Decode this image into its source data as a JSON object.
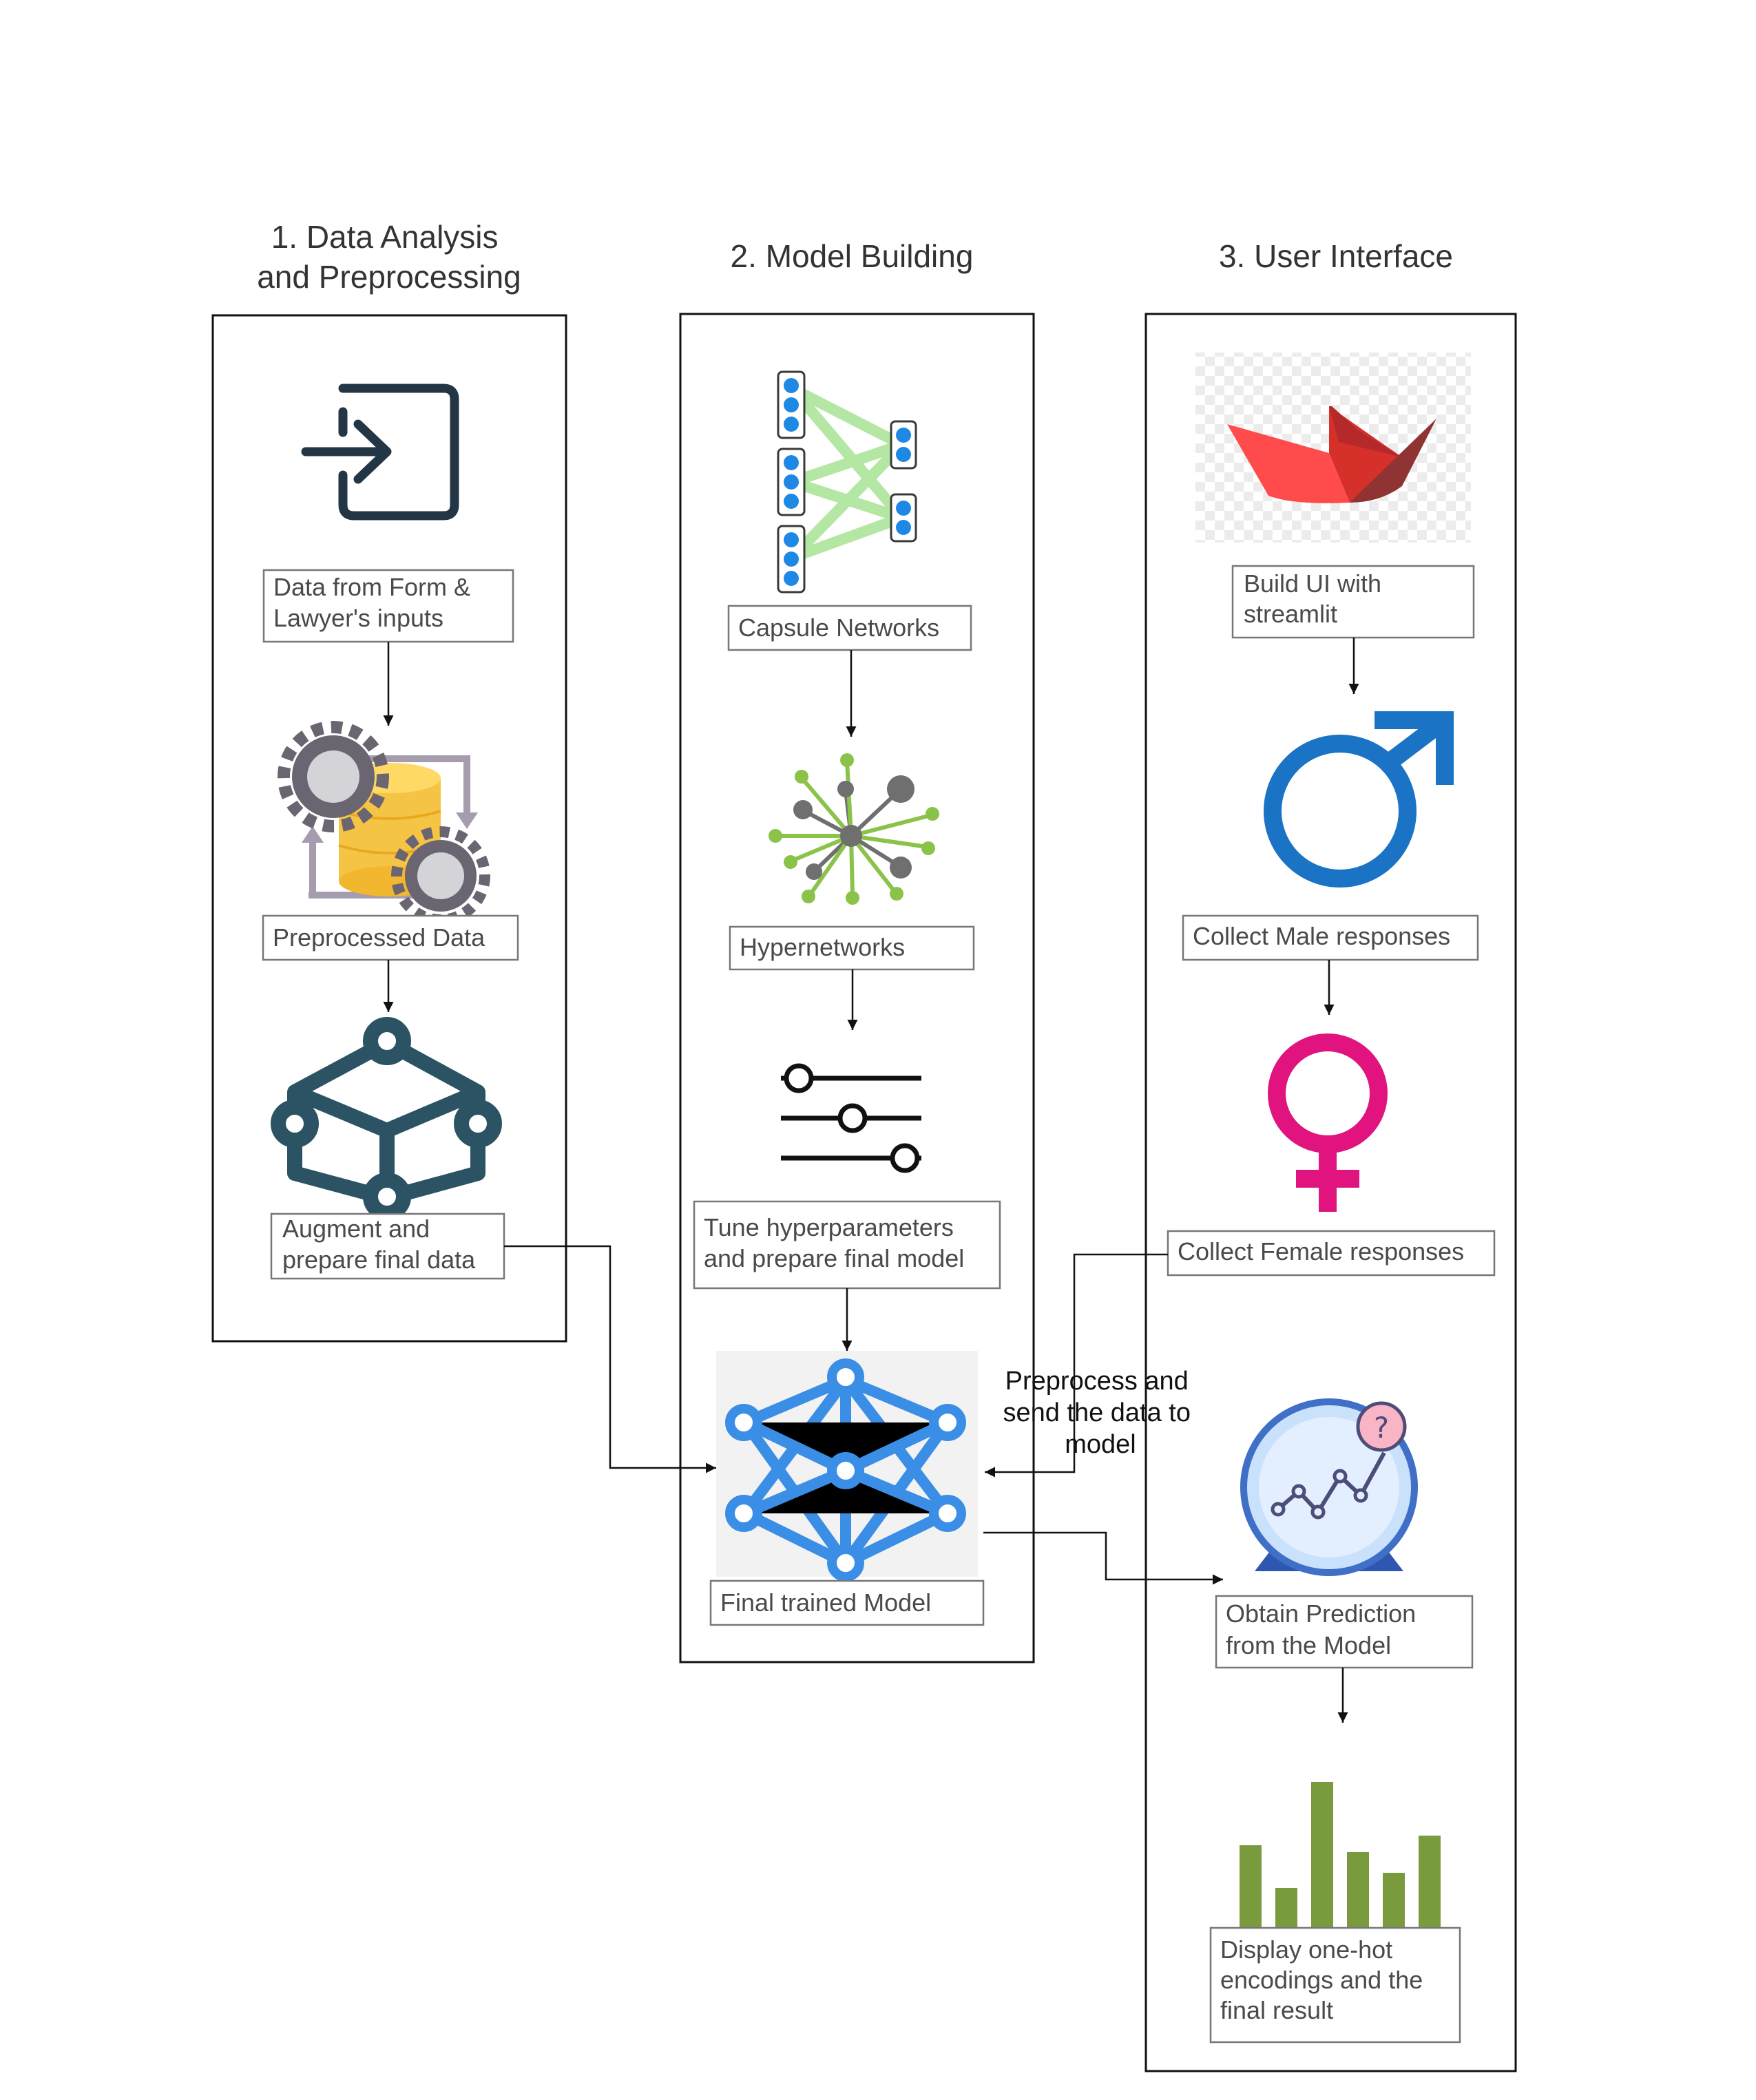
{
  "columns": [
    {
      "title_lines": [
        "1. Data Analysis",
        "and Preprocessing"
      ]
    },
    {
      "title_lines": [
        "2. Model Building"
      ]
    },
    {
      "title_lines": [
        "3. User Interface"
      ]
    }
  ],
  "nodes": {
    "data_input": {
      "lines": [
        "Data from Form &",
        "Lawyer's inputs"
      ],
      "icon": "login-icon"
    },
    "preprocessed": {
      "lines": [
        "Preprocessed Data"
      ],
      "icon": "database-gears-icon"
    },
    "augment": {
      "lines": [
        "Augment and",
        "prepare final data"
      ],
      "icon": "cube-network-icon"
    },
    "capsule": {
      "lines": [
        "Capsule Networks"
      ],
      "icon": "capsule-network-icon"
    },
    "hyper": {
      "lines": [
        "Hypernetworks"
      ],
      "icon": "hypernetwork-icon"
    },
    "tune": {
      "lines": [
        "Tune hyperparameters",
        "and prepare final model"
      ],
      "icon": "sliders-icon"
    },
    "final_model": {
      "lines": [
        "Final trained Model"
      ],
      "icon": "neural-network-icon"
    },
    "streamlit": {
      "lines": [
        "Build UI with",
        "streamlit"
      ],
      "icon": "streamlit-logo-icon"
    },
    "male": {
      "lines": [
        "Collect Male responses"
      ],
      "icon": "male-symbol-icon"
    },
    "female": {
      "lines": [
        "Collect Female responses"
      ],
      "icon": "female-symbol-icon"
    },
    "prediction": {
      "lines": [
        "Obtain Prediction",
        "from the Model"
      ],
      "icon": "crystal-ball-chart-icon"
    },
    "display": {
      "lines": [
        "Display one-hot",
        "encodings and the",
        "final result"
      ],
      "icon": "bar-chart-icon"
    }
  },
  "edge_label_lines": [
    "Preprocess and",
    "send the data to",
    "model"
  ],
  "colors": {
    "dark_teal": "#2b5364",
    "blue": "#3a8ee6",
    "streamlit_red": "#e8473f",
    "male_blue": "#1a73c4",
    "female_pink": "#e0137f",
    "bar_green": "#7a9a3e",
    "lime": "#8bc34a",
    "gray": "#6f6f6f"
  }
}
